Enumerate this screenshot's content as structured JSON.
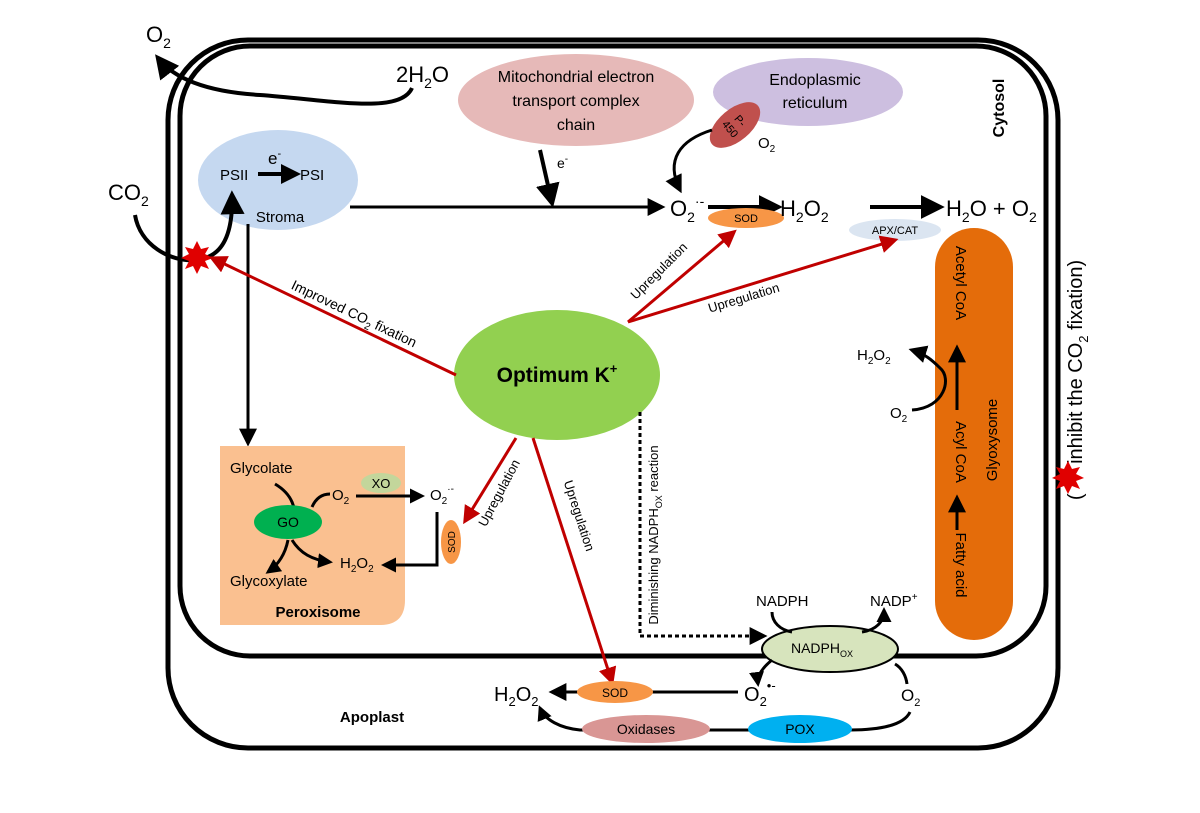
{
  "colors": {
    "arrow_black": "#000000",
    "arrow_red": "#c00000",
    "chloroplast": "#c5d8f0",
    "mito": "#e6b9b8",
    "er": "#cdbfe0",
    "p450": "#c0504d",
    "sod": "#f79646",
    "apx": "#dbe5f1",
    "k_ellipse": "#92d050",
    "peroxisome": "#fac090",
    "go": "#00b050",
    "xo": "#c3d69b",
    "glyoxysome": "#e46c0a",
    "nadphox": "#d7e4bd",
    "oxidases": "#d99694",
    "pox": "#00b0f0",
    "burst": "#e00000"
  },
  "labels": {
    "o2_top": [
      "O",
      "2",
      ""
    ],
    "two_h2o": [
      "2H",
      "2",
      "O"
    ],
    "mito": [
      "Mitochondrial electron",
      "transport complex",
      "chain"
    ],
    "er": [
      "Endoplasmic",
      "reticulum"
    ],
    "p450": [
      "P-",
      "450"
    ],
    "o2_p450": [
      "O",
      "2",
      ""
    ],
    "cytosol": "Cytosol",
    "co2_left": [
      "CO",
      "2",
      ""
    ],
    "psii": "PSII",
    "psi": "PSI",
    "e_minus_chloro": "e",
    "stroma": "Stroma",
    "e_minus_mito": "e",
    "superoxide_main": [
      "O",
      "2",
      "·-"
    ],
    "sod": "SOD",
    "h2o2_main": [
      "H",
      "2",
      "O",
      "2",
      ""
    ],
    "h2o_o2": [
      "H",
      "2",
      "O + O",
      "2",
      ""
    ],
    "apx_cat": "APX/CAT",
    "acetyl_coa": "Acetyl CoA",
    "acyl_coa": "Acyl CoA",
    "fatty_acid": "Fatty acid",
    "glyoxysome": "Glyoxysome",
    "h2o2_glyox": [
      "H",
      "2",
      "O",
      "2",
      ""
    ],
    "o2_glyox": [
      "O",
      "2",
      ""
    ],
    "improved": [
      "Improved CO",
      "2",
      " fixation"
    ],
    "upregulation": "Upregulation",
    "optimum_k": [
      "Optimum K",
      "+"
    ],
    "diminishing": [
      "Diminishing NADPH",
      "OX",
      " reaction"
    ],
    "glycolate": "Glycolate",
    "go": "GO",
    "o2_perox": [
      "O",
      "2",
      ""
    ],
    "xo": "XO",
    "superoxide_perox": [
      "O",
      "2",
      "·-"
    ],
    "h2o2_perox": [
      "H",
      "2",
      "O",
      "2",
      ""
    ],
    "glycoxylate": "Glycoxylate",
    "peroxisome": "Peroxisome",
    "nadph": "NADPH",
    "nadp_plus": [
      "NADP",
      "+"
    ],
    "nadphox": [
      "NADPH",
      "OX"
    ],
    "superoxide_apo": [
      "O",
      "2",
      "•-"
    ],
    "o2_apo": [
      "O",
      "2",
      ""
    ],
    "h2o2_apo": [
      "H",
      "2",
      "O",
      "2",
      ""
    ],
    "oxidases": "Oxidases",
    "pox": "POX",
    "apoplast": "Apoplast",
    "legend_open": "(",
    "legend_text": [
      " inhibit the CO",
      "2",
      " fixation)"
    ]
  }
}
